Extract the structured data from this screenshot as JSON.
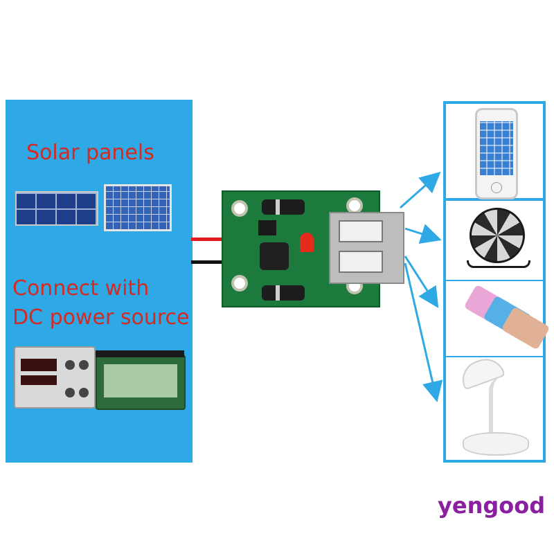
{
  "left_panel": {
    "heading_solar": "Solar panels",
    "heading_connect_line1": "Connect with",
    "heading_connect_line2": "DC power source",
    "label_color": "#d42a22",
    "background_color": "#2fa8e6"
  },
  "devices": [
    "smartphone",
    "usb-fan",
    "power-bank",
    "usb-lamp"
  ],
  "icons": [
    "solar-panel-icon",
    "power-supply-icon",
    "battery-icon",
    "circuit-board-icon",
    "usb-port-icon",
    "arrow-icon"
  ],
  "watermark": "yengood",
  "watermark_color": "#8a1fa0",
  "arrow_color": "#2fa8e6"
}
